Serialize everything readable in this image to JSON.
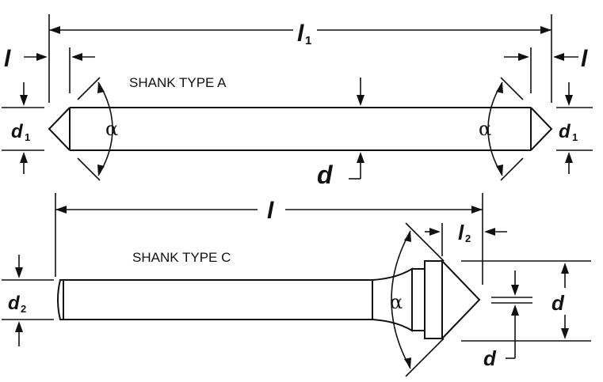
{
  "shank_a": {
    "title": "SHANK TYPE  A",
    "overall_length_label": "l",
    "overall_length_sub": "1",
    "point_length_left": "l",
    "point_length_right": "l",
    "diameter_left": "d",
    "diameter_left_sub": "1",
    "diameter_right": "d",
    "diameter_right_sub": "1",
    "shank_diameter": "d",
    "angle_left": "α",
    "angle_right": "α"
  },
  "shank_c": {
    "title": "SHANK TYPE  C",
    "overall_length_label": "l",
    "head_length_label": "l",
    "head_length_sub": "2",
    "shank_diameter": "d",
    "shank_diameter_sub": "2",
    "head_diameter": "d",
    "tip_diameter": "d",
    "angle": "α"
  }
}
